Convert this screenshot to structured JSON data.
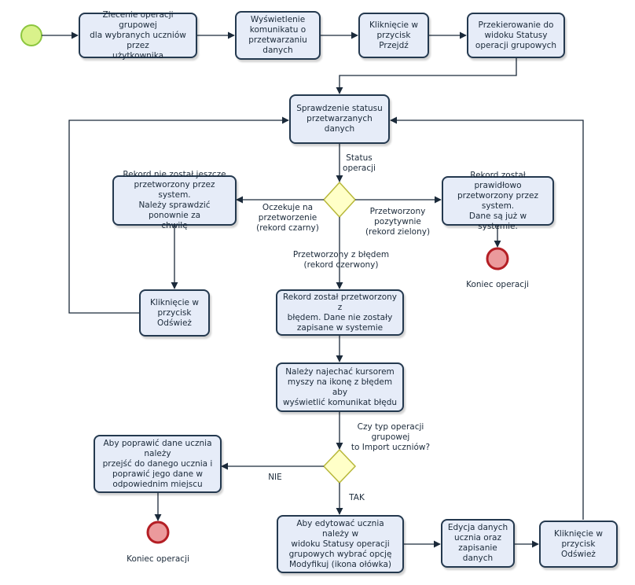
{
  "tasks": {
    "zlecenie": "Zlecenie operacji grupowej\ndla wybranych uczniów przez\nużytkownika",
    "wyswietlenie": "Wyświetlenie\nkomunikatu o\nprzetwarzaniu\ndanych",
    "klikniecie_przejdz": "Kliknięcie w\nprzycisk Przejdź",
    "przekierowanie": "Przekierowanie do\nwidoku Statusy\noperacji grupowych",
    "sprawdzenie": "Sprawdzenie statusu\nprzetwarzanych danych",
    "nie_przetworzony": "Rekord nie został jeszcze\nprzetworzony przez system.\nNależy sprawdzić ponownie za\nchwilę",
    "przetworzony_ok": "Rekord został prawidłowo\nprzetworzony przez system.\nDane są już w systemie.",
    "klikniecie_odswiez_left": "Kliknięcie w\nprzycisk Odśwież",
    "przetworzony_blad": "Rekord został przetworzony z\nbłędem. Dane nie zostały\nzapisane w systemie",
    "najechac": "Należy najechać kursorem\nmyszy na ikonę z błędem aby\nwyświetlić komunikat błędu",
    "poprawic": "Aby poprawić dane ucznia należy\nprzejść do danego ucznia i\npoprawić jego dane w\nodpowiednim miejscu",
    "edytowac": "Aby edytować ucznia należy w\nwidoku Statusy operacji\ngrupowych wybrać opcję\nModyfikuj (ikona ołówka)",
    "edycja": "Edycja danych\nucznia oraz\nzapisanie\ndanych",
    "klikniecie_odswiez_right": "Kliknięcie w\nprzycisk Odśwież"
  },
  "labels": {
    "status_operacji": "Status\noperacji",
    "oczekuje": "Oczekuje na\nprzetworzenie\n(rekord czarny)",
    "pozytywnie": "Przetworzony\npozytywnie\n(rekord zielony)",
    "z_bledem": "Przetworzony z błędem\n(rekord czerwony)",
    "czy_typ": "Czy typ operacji\ngrupowej\nto Import uczniów?",
    "nie": "NIE",
    "tak": "TAK",
    "koniec_right": "Koniec operacji",
    "koniec_left": "Koniec operacji"
  },
  "colors": {
    "task_fill": "#e6ecf8",
    "task_border": "#24394f",
    "start_fill": "#d9f28b",
    "start_border": "#8cc63f",
    "end_fill": "#eb9a9c",
    "end_border": "#b41e24",
    "gateway_fill": "#ffffc8",
    "gateway_border": "#b8b83a",
    "edge": "#1b2a3a"
  }
}
